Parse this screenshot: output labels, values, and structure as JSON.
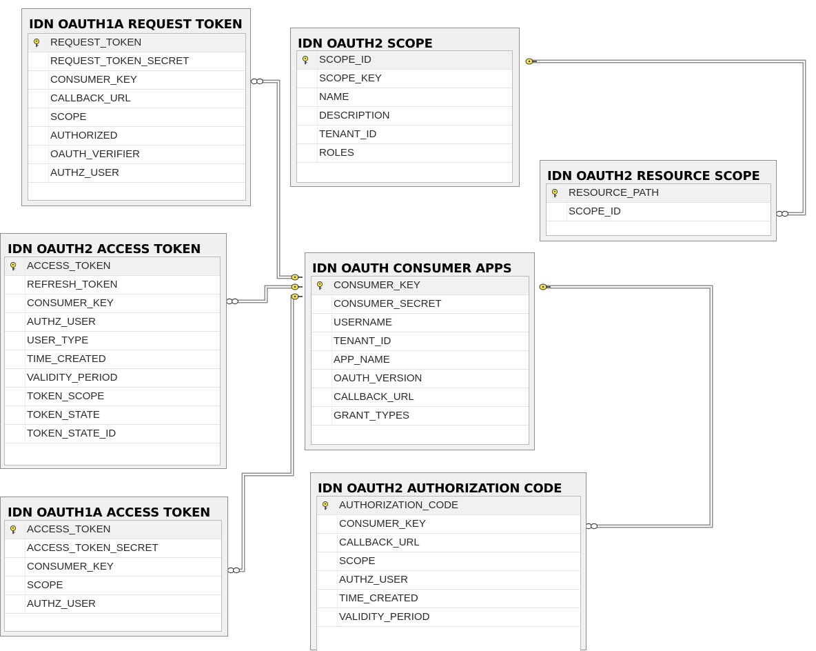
{
  "tables": [
    {
      "id": "t1",
      "title": "IDN OAUTH1A REQUEST TOKEN",
      "columns": [
        {
          "name": "REQUEST_TOKEN",
          "primary_key": true
        },
        {
          "name": "REQUEST_TOKEN_SECRET",
          "primary_key": false
        },
        {
          "name": "CONSUMER_KEY",
          "primary_key": false
        },
        {
          "name": "CALLBACK_URL",
          "primary_key": false
        },
        {
          "name": "SCOPE",
          "primary_key": false
        },
        {
          "name": "AUTHORIZED",
          "primary_key": false
        },
        {
          "name": "OAUTH_VERIFIER",
          "primary_key": false
        },
        {
          "name": "AUTHZ_USER",
          "primary_key": false
        }
      ]
    },
    {
      "id": "t2",
      "title": "IDN OAUTH2 SCOPE",
      "columns": [
        {
          "name": "SCOPE_ID",
          "primary_key": true
        },
        {
          "name": "SCOPE_KEY",
          "primary_key": false
        },
        {
          "name": "NAME",
          "primary_key": false
        },
        {
          "name": "DESCRIPTION",
          "primary_key": false
        },
        {
          "name": "TENANT_ID",
          "primary_key": false
        },
        {
          "name": "ROLES",
          "primary_key": false
        }
      ]
    },
    {
      "id": "t3",
      "title": "IDN OAUTH2 RESOURCE SCOPE",
      "columns": [
        {
          "name": "RESOURCE_PATH",
          "primary_key": true
        },
        {
          "name": "SCOPE_ID",
          "primary_key": false
        }
      ]
    },
    {
      "id": "t4",
      "title": "IDN OAUTH2 ACCESS TOKEN",
      "columns": [
        {
          "name": "ACCESS_TOKEN",
          "primary_key": true
        },
        {
          "name": "REFRESH_TOKEN",
          "primary_key": false
        },
        {
          "name": "CONSUMER_KEY",
          "primary_key": false
        },
        {
          "name": "AUTHZ_USER",
          "primary_key": false
        },
        {
          "name": "USER_TYPE",
          "primary_key": false
        },
        {
          "name": "TIME_CREATED",
          "primary_key": false
        },
        {
          "name": "VALIDITY_PERIOD",
          "primary_key": false
        },
        {
          "name": "TOKEN_SCOPE",
          "primary_key": false
        },
        {
          "name": "TOKEN_STATE",
          "primary_key": false
        },
        {
          "name": "TOKEN_STATE_ID",
          "primary_key": false
        }
      ]
    },
    {
      "id": "t5",
      "title": "IDN OAUTH CONSUMER APPS",
      "columns": [
        {
          "name": "CONSUMER_KEY",
          "primary_key": true
        },
        {
          "name": "CONSUMER_SECRET",
          "primary_key": false
        },
        {
          "name": "USERNAME",
          "primary_key": false
        },
        {
          "name": "TENANT_ID",
          "primary_key": false
        },
        {
          "name": "APP_NAME",
          "primary_key": false
        },
        {
          "name": "OAUTH_VERSION",
          "primary_key": false
        },
        {
          "name": "CALLBACK_URL",
          "primary_key": false
        },
        {
          "name": "GRANT_TYPES",
          "primary_key": false
        }
      ]
    },
    {
      "id": "t6",
      "title": "IDN OAUTH1A ACCESS TOKEN",
      "columns": [
        {
          "name": "ACCESS_TOKEN",
          "primary_key": true
        },
        {
          "name": "ACCESS_TOKEN_SECRET",
          "primary_key": false
        },
        {
          "name": "CONSUMER_KEY",
          "primary_key": false
        },
        {
          "name": "SCOPE",
          "primary_key": false
        },
        {
          "name": "AUTHZ_USER",
          "primary_key": false
        }
      ]
    },
    {
      "id": "t7",
      "title": "IDN OAUTH2 AUTHORIZATION CODE",
      "columns": [
        {
          "name": "AUTHORIZATION_CODE",
          "primary_key": true
        },
        {
          "name": "CONSUMER_KEY",
          "primary_key": false
        },
        {
          "name": "CALLBACK_URL",
          "primary_key": false
        },
        {
          "name": "SCOPE",
          "primary_key": false
        },
        {
          "name": "AUTHZ_USER",
          "primary_key": false
        },
        {
          "name": "TIME_CREATED",
          "primary_key": false
        },
        {
          "name": "VALIDITY_PERIOD",
          "primary_key": false
        }
      ]
    }
  ],
  "relationships": [
    {
      "from": "IDN OAUTH1A REQUEST TOKEN",
      "to": "IDN OAUTH CONSUMER APPS"
    },
    {
      "from": "IDN OAUTH2 ACCESS TOKEN",
      "to": "IDN OAUTH CONSUMER APPS"
    },
    {
      "from": "IDN OAUTH1A ACCESS TOKEN",
      "to": "IDN OAUTH CONSUMER APPS"
    },
    {
      "from": "IDN OAUTH2 RESOURCE SCOPE",
      "to": "IDN OAUTH2 SCOPE"
    },
    {
      "from": "IDN OAUTH2 AUTHORIZATION CODE",
      "to": "IDN OAUTH CONSUMER APPS"
    }
  ],
  "colors": {
    "key_fill": "#f4e34a",
    "key_stroke": "#3a3a3a",
    "connector": "#8e8e8e"
  }
}
